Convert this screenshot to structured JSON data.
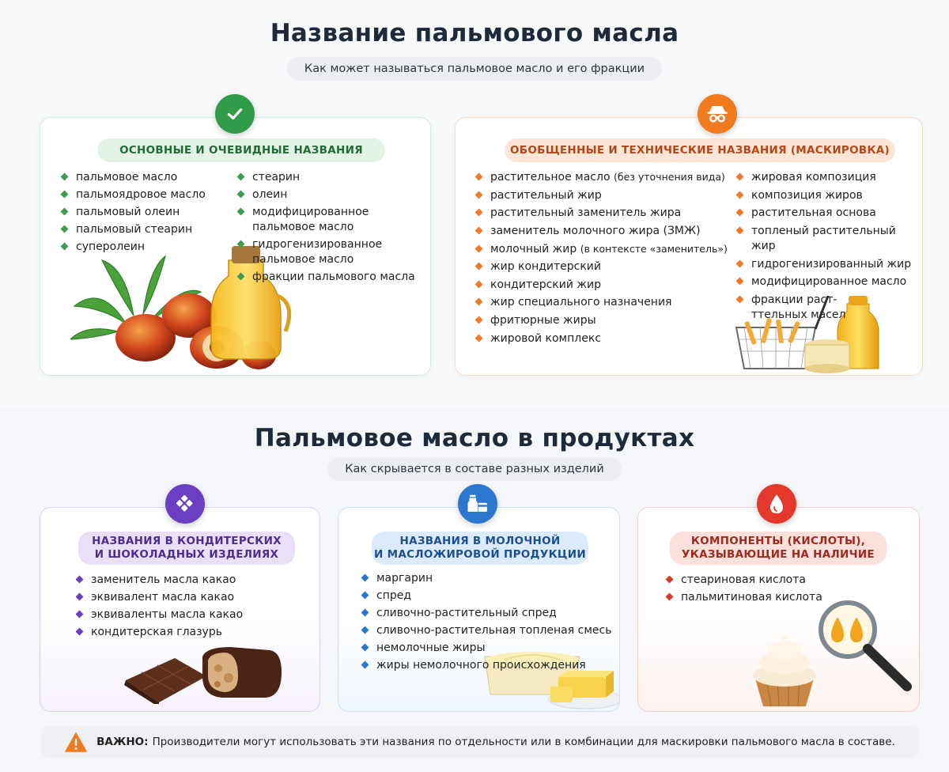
{
  "section1": {
    "title": "Название пальмового масла",
    "subtitle": "Как может называться пальмовое масло и его фракции",
    "card_main": {
      "icon": "check-icon",
      "heading": "ОСНОВНЫЕ И ОЧЕВИДНЫЕ НАЗВАНИЯ",
      "col1": [
        "пальмовое масло",
        "пальмоядровое масло",
        "пальмовый олеин",
        "пальмовый стеарин",
        "суперолеин"
      ],
      "col2": [
        "стеарин",
        "олеин",
        "модифицированное пальмовое масло",
        "гидрогенизированное пальмовое масло",
        "фракции пальмового масла"
      ]
    },
    "card_tech": {
      "icon": "incognito-spy-icon",
      "heading": "ОБОБЩЕННЫЕ И ТЕХНИЧЕСКИЕ НАЗВАНИЯ (МАСКИРОВКА)",
      "col1": [
        {
          "text": "растительное масло",
          "note": "(без уточнения вида)"
        },
        {
          "text": "растительный жир",
          "note": ""
        },
        {
          "text": "растительный заменитель жира",
          "note": ""
        },
        {
          "text": "заменитель молочного жира (ЗМЖ)",
          "note": ""
        },
        {
          "text": "молочный жир",
          "note": "(в контексте «заменитель»)"
        },
        {
          "text": "жир кондитерский",
          "note": ""
        },
        {
          "text": "кондитерский жир",
          "note": ""
        },
        {
          "text": "жир специального назначения",
          "note": ""
        },
        {
          "text": "фритюрные жиры",
          "note": ""
        },
        {
          "text": "жировой комплекс",
          "note": ""
        }
      ],
      "col2": [
        "жировая композиция",
        "композиция жиров",
        "растительная основа",
        "топленый растительный жир",
        "гидрогенизированный жир",
        "модифицированное масло",
        "фракции раст-\nттельных масел"
      ]
    }
  },
  "section2": {
    "title": "Пальмовое масло в продуктах",
    "subtitle": "Как скрывается в составе разных изделий",
    "card_confect": {
      "icon": "chocolate-bar-icon",
      "heading_l1": "НАЗВАНИЯ В КОНДИТЕРСКИХ",
      "heading_l2": "И ШОКОЛАДНЫХ ИЗДЕЛИЯХ",
      "items": [
        "заменитель масла какао",
        "эквивалент масла какао",
        "эквиваленты масла какао",
        "кондитерская глазурь"
      ]
    },
    "card_dairy": {
      "icon": "milk-dairy-icon",
      "heading_l1": "НАЗВАНИЯ В МОЛОЧНОЙ",
      "heading_l2": "И МАСЛОЖИРОВОЙ ПРОДУКЦИИ",
      "items": [
        "маргарин",
        "спред",
        "сливочно-растительный спред",
        "сливочно-растительная топленая смесь",
        "немолочные жиры",
        "жиры немолочного происхождения"
      ]
    },
    "card_acids": {
      "icon": "oil-drop-icon",
      "heading_l1": "КОМПОНЕНТЫ (КИСЛОТЫ),",
      "heading_l2": "УКАЗЫВАЮЩИЕ НА НАЛИЧИЕ",
      "items": [
        "стеариновая кислота",
        "пальмитиновая кислота"
      ]
    }
  },
  "warning": {
    "icon": "warning-triangle-icon",
    "label": "ВАЖНО:",
    "text": "Производители могут использовать эти названия по отдельности или в комбинации для маскировки пальмового масла в составе."
  },
  "colors": {
    "green": "#3f9b4f",
    "orange": "#ef7a2a",
    "purple": "#6b3fc1",
    "blue": "#2b76cf",
    "red": "#d93a2e"
  }
}
